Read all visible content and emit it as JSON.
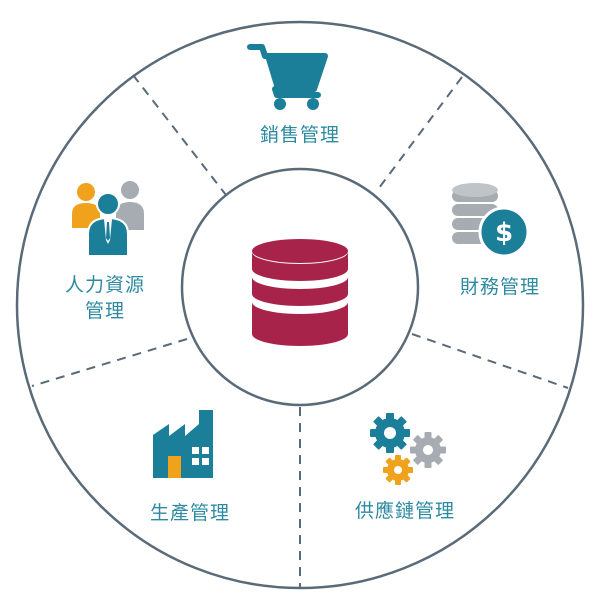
{
  "segments": {
    "sales": {
      "label": "銷售管理",
      "icon": "shopping-cart-icon"
    },
    "finance": {
      "label": "財務管理",
      "icon": "coins-dollar-icon"
    },
    "supply_chain": {
      "label": "供應鏈管理",
      "icon": "gears-icon"
    },
    "production": {
      "label": "生產管理",
      "icon": "factory-icon"
    },
    "hr": {
      "label_line1": "人力資源",
      "label_line2": "管理",
      "icon": "people-icon"
    }
  },
  "center": {
    "icon": "database-icon"
  },
  "colors": {
    "ring": "#5a6a78",
    "teal": "#1c7f99",
    "gray": "#a6acb2",
    "orange": "#f0a21c",
    "crimson": "#a8234a",
    "label": "#2e8aa0"
  }
}
